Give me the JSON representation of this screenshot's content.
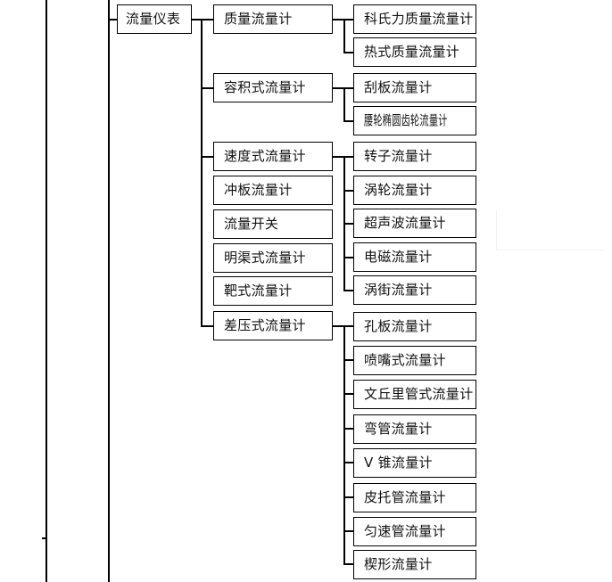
{
  "diagram": {
    "type": "tree",
    "title_node": "流量仪表",
    "root": {
      "label": "流量仪表",
      "children": [
        {
          "label": "质量流量计",
          "children": [
            {
              "label": "科氏力质量流量计"
            },
            {
              "label": "热式质量流量计"
            }
          ]
        },
        {
          "label": "容积式流量计",
          "children": [
            {
              "label": "刮板流量计"
            },
            {
              "label": "腰轮椭圆齿轮流量计"
            }
          ]
        },
        {
          "label": "速度式流量计",
          "children": [
            {
              "label": "转子流量计"
            },
            {
              "label": "涡轮流量计"
            },
            {
              "label": "超声波流量计"
            },
            {
              "label": "电磁流量计"
            },
            {
              "label": "涡街流量计"
            }
          ]
        },
        {
          "label": "冲板流量计",
          "children": []
        },
        {
          "label": "流量开关",
          "children": []
        },
        {
          "label": "明渠式流量计",
          "children": []
        },
        {
          "label": "靶式流量计",
          "children": []
        },
        {
          "label": "差压式流量计",
          "children": [
            {
              "label": "孔板流量计"
            },
            {
              "label": "喷嘴式流量计"
            },
            {
              "label": "文丘里管式流量计"
            },
            {
              "label": "弯管流量计"
            },
            {
              "label": "V 锥流量计"
            },
            {
              "label": "皮托管流量计"
            },
            {
              "label": "匀速管流量计"
            },
            {
              "label": "楔形流量计"
            }
          ]
        }
      ]
    },
    "nodes": {
      "root": "流量仪表",
      "l2_mass": "质量流量计",
      "l2_volumetric": "容积式流量计",
      "l2_velocity": "速度式流量计",
      "l2_impact": "冲板流量计",
      "l2_switch": "流量开关",
      "l2_openchannel": "明渠式流量计",
      "l2_target": "靶式流量计",
      "l2_diffpressure": "差压式流量计",
      "l3_coriolis": "科氏力质量流量计",
      "l3_thermal": "热式质量流量计",
      "l3_scraper": "刮板流量计",
      "l3_ovalgear": "腰轮椭圆齿轮流量计",
      "l3_rotor": "转子流量计",
      "l3_turbine": "涡轮流量计",
      "l3_ultrasonic": "超声波流量计",
      "l3_electromagnetic": "电磁流量计",
      "l3_vortex": "涡街流量计",
      "l3_orifice": "孔板流量计",
      "l3_nozzle": "喷嘴式流量计",
      "l3_venturi": "文丘里管式流量计",
      "l3_elbow": "弯管流量计",
      "l3_vcone": "V 锥流量计",
      "l3_pitot": "皮托管流量计",
      "l3_averaging": "匀速管流量计",
      "l3_wedge": "楔形流量计"
    },
    "colors": {
      "line": "#000000",
      "box_fill": "#ffffff",
      "text": "#111111",
      "page_background": "#ffffff"
    }
  }
}
